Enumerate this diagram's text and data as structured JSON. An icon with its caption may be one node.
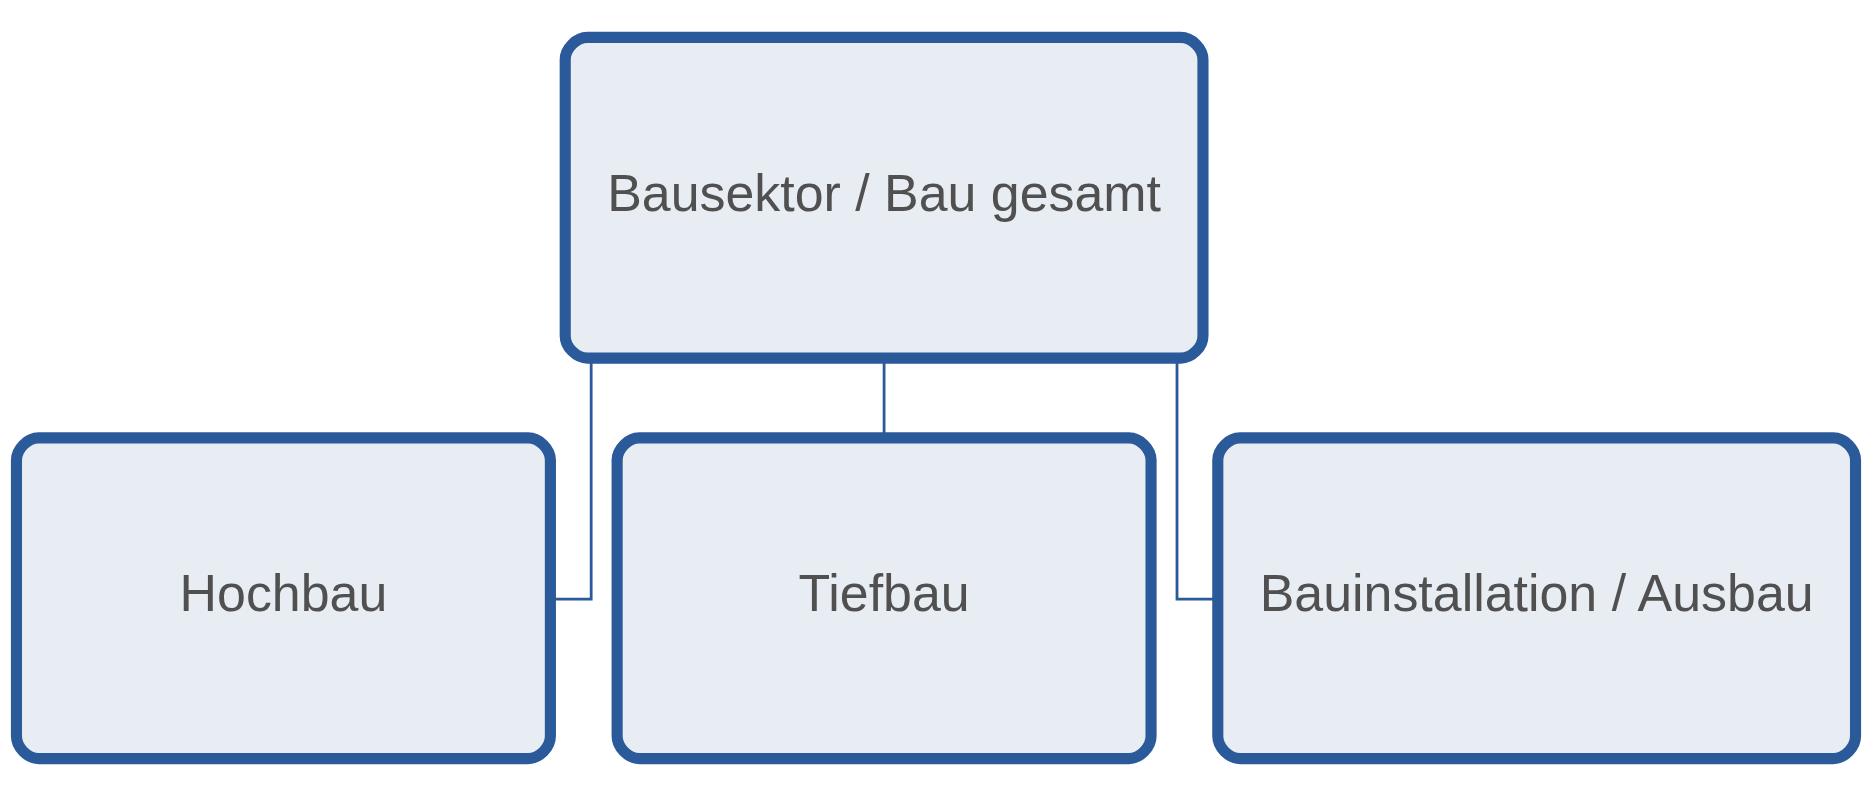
{
  "diagram": {
    "nodes": [
      {
        "text": [
          "Bausektor / Bau gesamt"
        ]
      },
      {
        "text": [
          "Hochbau"
        ]
      },
      {
        "text": [
          "Tiefbau"
        ]
      },
      {
        "text": [
          "Bauinstallation / Ausbau"
        ]
      }
    ],
    "edges": [
      {
        "from": 0,
        "to": 1,
        "arrow": "none"
      },
      {
        "from": 0,
        "to": 2,
        "arrow": "none"
      },
      {
        "from": 0,
        "to": 3,
        "arrow": "none"
      }
    ]
  }
}
